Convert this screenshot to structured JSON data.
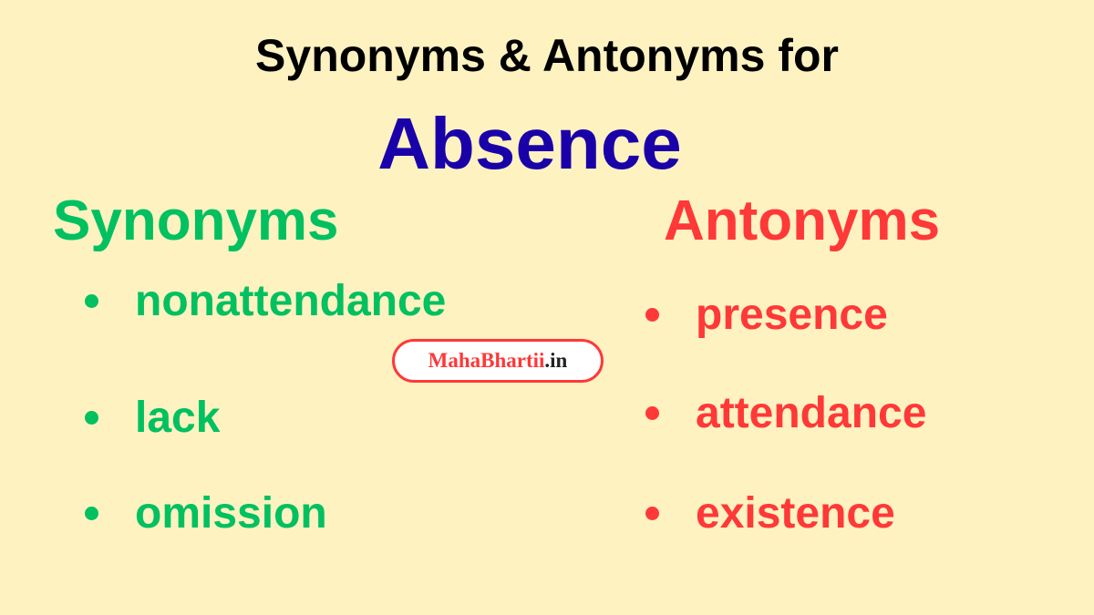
{
  "title": "Synonyms & Antonyms for",
  "word": "Absence",
  "synonyms": {
    "heading": "Synonyms",
    "items": [
      "nonattendance",
      "lack",
      "omission"
    ]
  },
  "antonyms": {
    "heading": "Antonyms",
    "items": [
      "presence",
      "attendance",
      "existence"
    ]
  },
  "watermark": {
    "name": "MahaBhartii",
    "tld": ".in"
  },
  "colors": {
    "background": "#fff2c1",
    "word": "#1a00a8",
    "synonyms": "#00c060",
    "antonyms": "#ff3838"
  }
}
